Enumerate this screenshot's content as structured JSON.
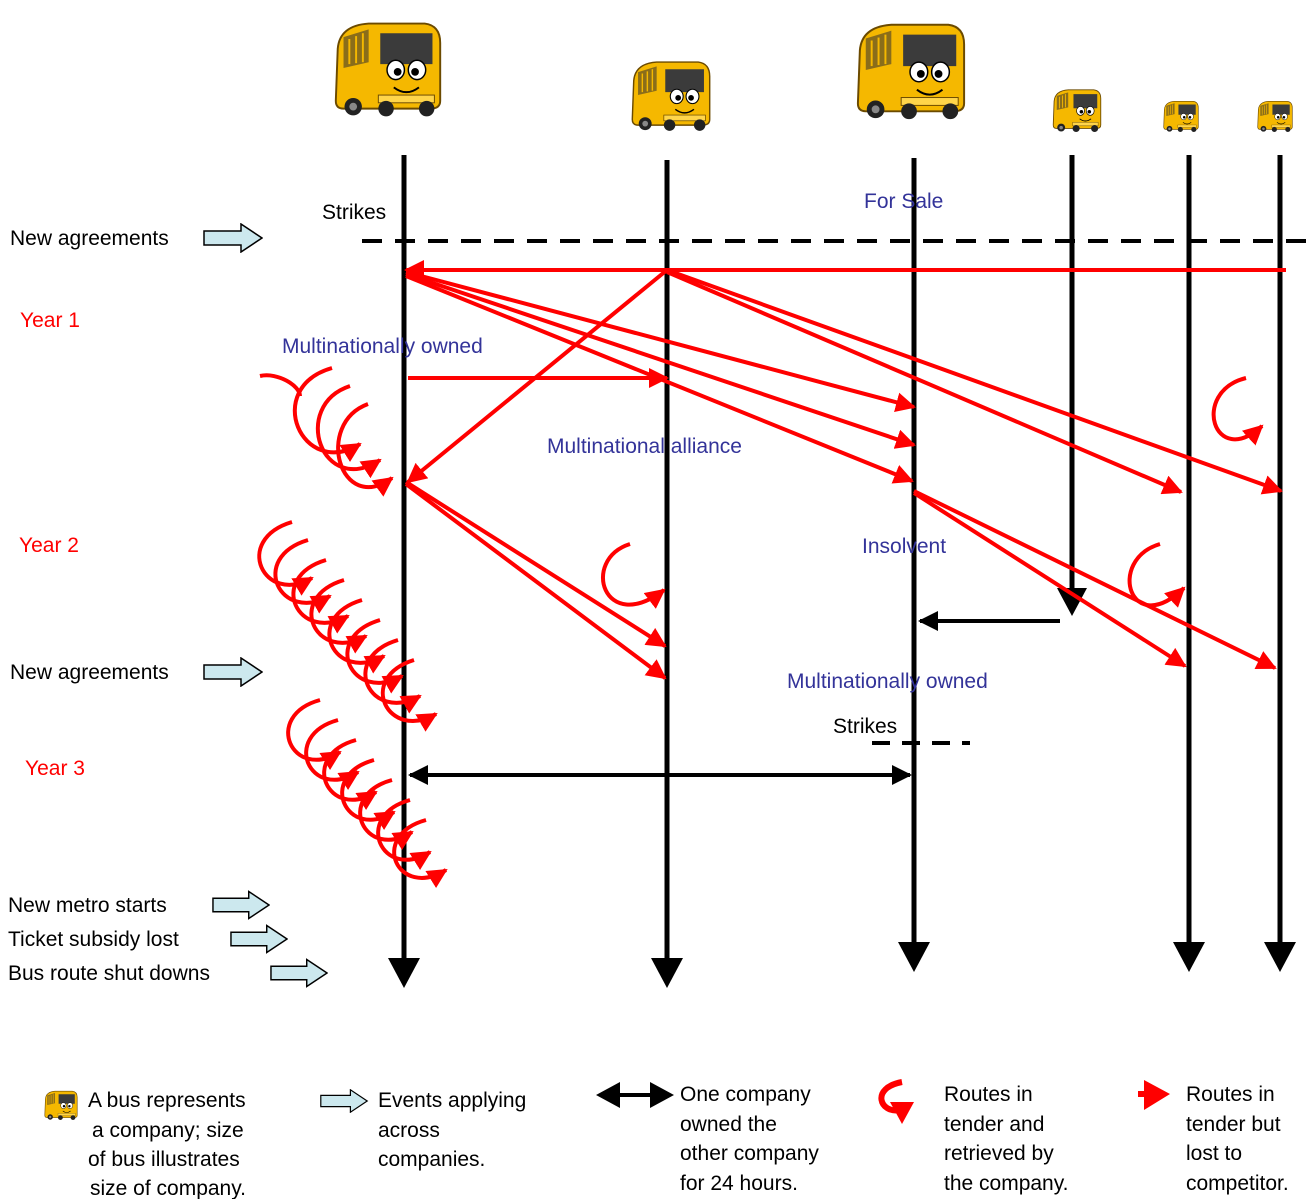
{
  "events": {
    "new_agreements_1": "New agreements",
    "new_agreements_2": "New agreements",
    "new_metro": "New metro starts",
    "ticket_subsidy": "Ticket subsidy lost",
    "route_shutdowns": "Bus route shut downs"
  },
  "years": {
    "year1": "Year 1",
    "year2": "Year 2",
    "year3": "Year 3"
  },
  "annotations": {
    "strikes_1": "Strikes",
    "strikes_2": "Strikes",
    "for_sale": "For Sale",
    "multinationally_owned_1": "Multinationally owned",
    "multinational_alliance": "Multinational alliance",
    "insolvent": "Insolvent",
    "multinationally_owned_2": "Multinationally owned"
  },
  "legend": {
    "bus": [
      "A bus represents",
      "a company; size",
      "of bus illustrates",
      "size of company."
    ],
    "event": [
      "Events applying",
      "across",
      "companies."
    ],
    "ownership": [
      "One company",
      "owned the",
      "other company",
      "for 24 hours."
    ],
    "retrieved": [
      "Routes in",
      "tender and",
      "retrieved by",
      "the company."
    ],
    "lost": [
      "Routes in",
      "tender but",
      "lost to",
      "competitor."
    ]
  },
  "companies": [
    {
      "id": "company-1",
      "size": "large"
    },
    {
      "id": "company-2",
      "size": "medium"
    },
    {
      "id": "company-3",
      "size": "large"
    },
    {
      "id": "company-4",
      "size": "small"
    },
    {
      "id": "company-5",
      "size": "small"
    },
    {
      "id": "company-6",
      "size": "small"
    }
  ],
  "colors": {
    "lost_route": "#ff0000",
    "label_blue": "#333399",
    "year_red": "#ff0000",
    "bus_body": "#f5b800",
    "event_arrow_fill": "#cce8ee"
  }
}
